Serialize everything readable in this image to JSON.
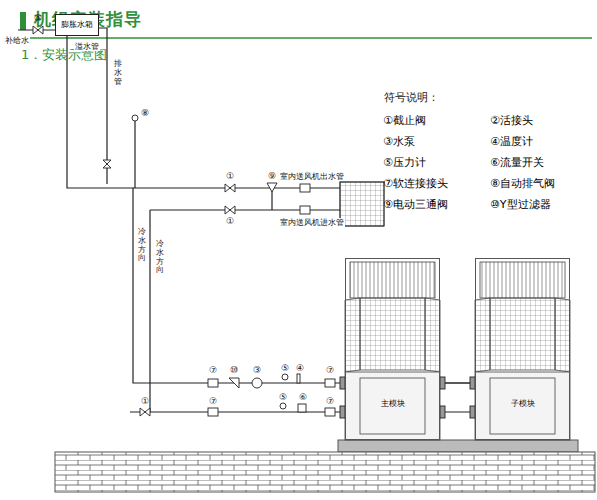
{
  "diagram": {
    "title": "机组安装指导",
    "nodes": [
      {
        "text": [
          "膨胀水箱"
        ]
      },
      {
        "text": [
          "主模块"
        ]
      },
      {
        "text": [
          "子模块"
        ]
      }
    ],
    "edges": [
      {
        "from": 0,
        "to": 1,
        "arrow": "none"
      },
      {
        "from": 1,
        "to": 2,
        "arrow": "none"
      }
    ],
    "labels": [
      "1．安装示意图",
      "符号说明：",
      "补给水",
      "①",
      "溢水管",
      "排水管",
      "⑧",
      "室内送风机出水管",
      "①",
      "⑨",
      "室内送风机进水管",
      "①",
      "冷水方向",
      "冷水方向",
      "⑦",
      "⑩",
      "③",
      "⑤",
      "④",
      "⑦",
      "①",
      "⑦",
      "⑤",
      "⑥",
      "⑦"
    ],
    "legend": [
      {
        "text": "①截止阀"
      },
      {
        "text": "②活接头"
      },
      {
        "text": "③水泵"
      },
      {
        "text": "④温度计"
      },
      {
        "text": "⑤压力计"
      },
      {
        "text": "⑥流量开关"
      },
      {
        "text": "⑦软连接接头"
      },
      {
        "text": "⑧自动排气阀"
      },
      {
        "text": "⑨电动三通阀"
      },
      {
        "text": "⑩Y型过滤器"
      }
    ]
  }
}
